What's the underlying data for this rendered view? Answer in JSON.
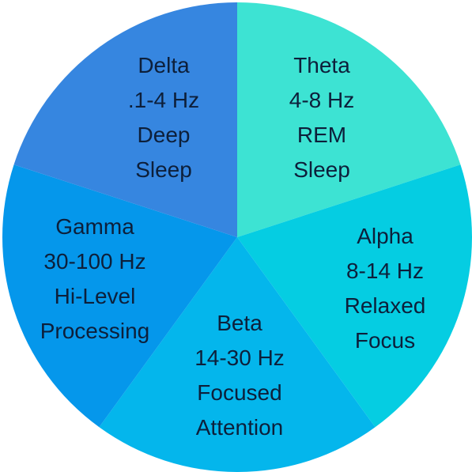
{
  "segments": [
    {
      "id": "theta",
      "lines": [
        "Theta",
        "4-8 Hz",
        "REM",
        "Sleep"
      ],
      "color": "#3de3d3"
    },
    {
      "id": "alpha",
      "lines": [
        "Alpha",
        "8-14 Hz",
        "Relaxed",
        "Focus"
      ],
      "color": "#05cde2"
    },
    {
      "id": "beta",
      "lines": [
        "Beta",
        "14-30 Hz",
        "Focused",
        "Attention"
      ],
      "color": "#04b6ec"
    },
    {
      "id": "gamma",
      "lines": [
        "Gamma",
        "30-100 Hz",
        "Hi-Level",
        "Processing"
      ],
      "color": "#0597eb"
    },
    {
      "id": "delta",
      "lines": [
        "Delta",
        ".1-4 Hz",
        "Deep",
        "Sleep"
      ],
      "color": "#3686e0"
    }
  ]
}
